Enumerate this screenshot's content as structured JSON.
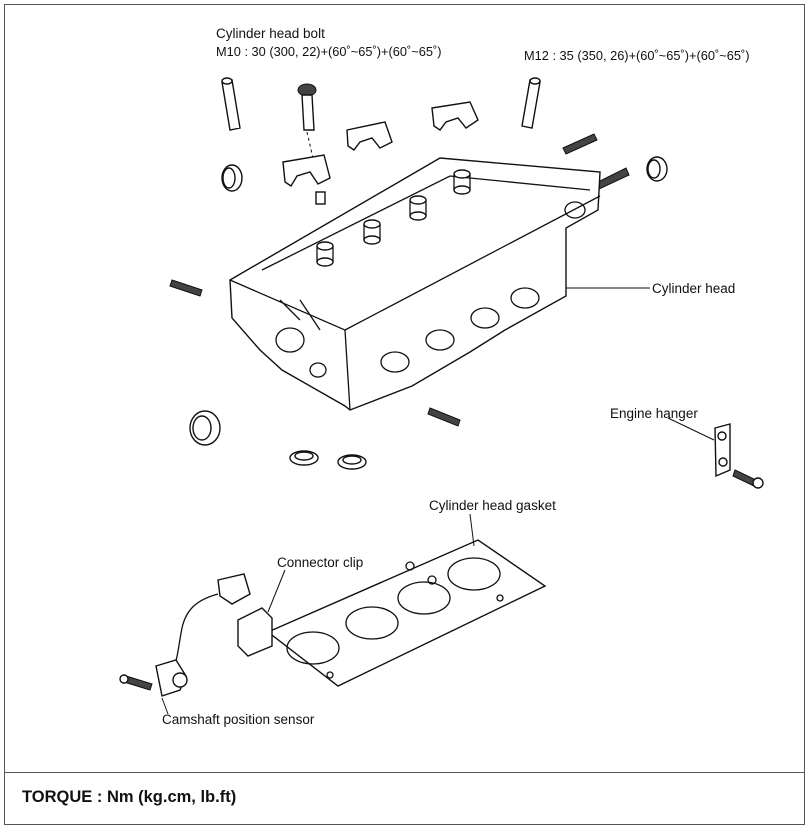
{
  "labels": {
    "bolt_title": "Cylinder head bolt",
    "bolt_m10": "M10 : 30 (300, 22)+(60˚~65˚)+(60˚~65˚)",
    "bolt_m12": "M12 : 35 (350, 26)+(60˚~65˚)+(60˚~65˚)",
    "cylinder_head": "Cylinder head",
    "engine_hanger": "Engine hanger",
    "cylinder_head_gasket": "Cylinder head gasket",
    "connector_clip": "Connector clip",
    "camshaft_position_sensor": "Camshaft position sensor"
  },
  "footer": {
    "torque": "TORQUE : Nm (kg.cm, lb.ft)"
  }
}
